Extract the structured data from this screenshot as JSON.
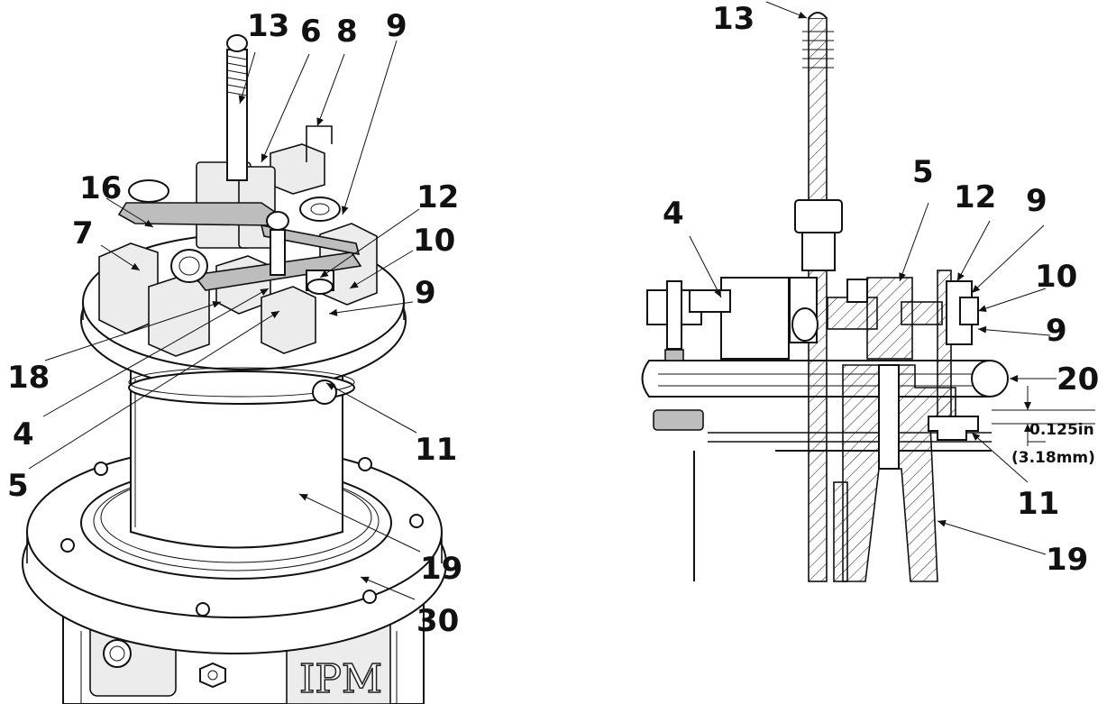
{
  "figure": {
    "left_view": {
      "callouts": [
        "13",
        "6",
        "8",
        "9",
        "16",
        "12",
        "7",
        "10",
        "9",
        "18",
        "4",
        "11",
        "5",
        "19",
        "30"
      ],
      "logo_text": "IPM"
    },
    "right_view": {
      "callouts": [
        "13",
        "5",
        "12",
        "9",
        "4",
        "10",
        "9",
        "20",
        "11",
        "19"
      ],
      "dimension": {
        "imperial": "0.125in",
        "metric": "(3.18mm)"
      }
    }
  }
}
